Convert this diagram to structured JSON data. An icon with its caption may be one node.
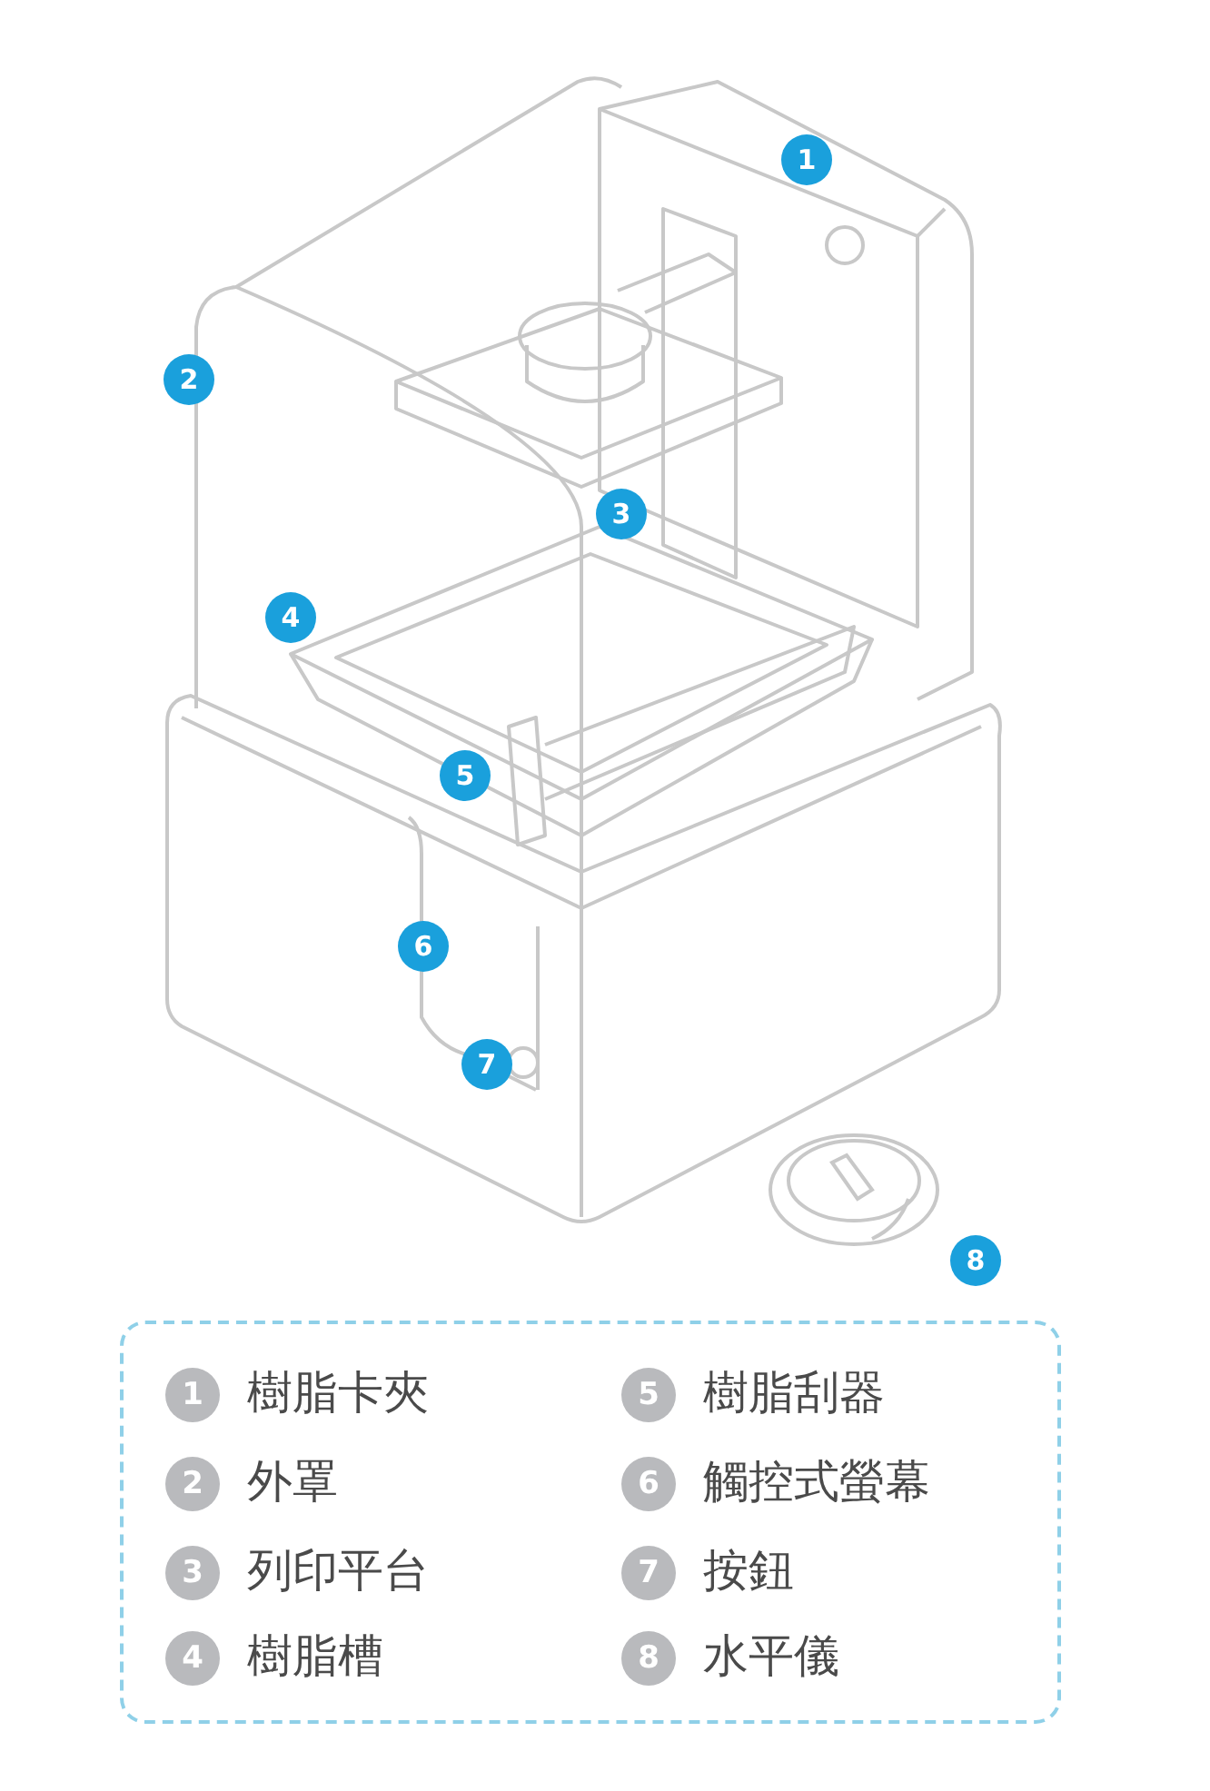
{
  "diagram": {
    "labels": [
      "1",
      "2",
      "3",
      "4",
      "5",
      "6",
      "7",
      "8",
      "1",
      "樹脂卡夾",
      "5",
      "樹脂刮器",
      "2",
      "外罩",
      "6",
      "觸控式螢幕",
      "3",
      "列印平台",
      "7",
      "按鈕",
      "4",
      "樹脂槽",
      "8",
      "水平儀"
    ]
  }
}
